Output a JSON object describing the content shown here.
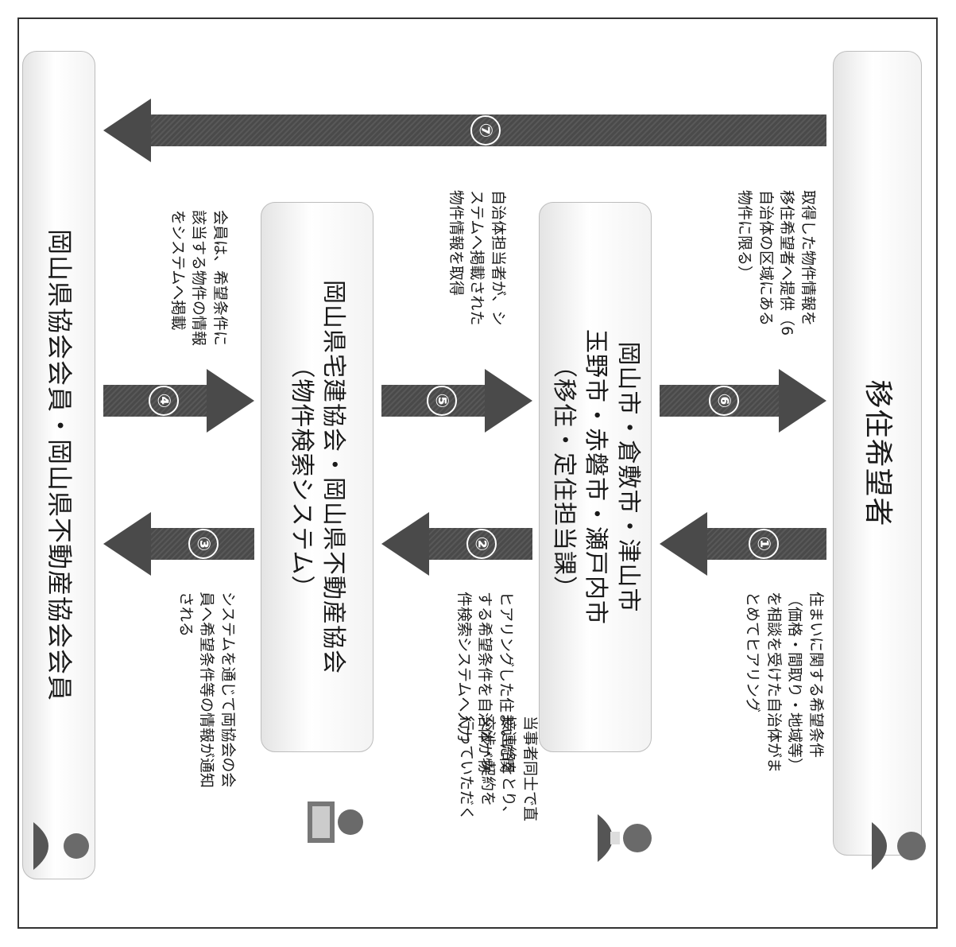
{
  "boxes": {
    "applicant": "移住希望者",
    "municipal": "岡山市・倉敷市・津山市\n玉野市・赤磐市・瀬戸内市\n（移住・定住担当課）",
    "system": "岡山県宅建協会・岡山県不動産協会\n（物件検索システム）",
    "members": "岡山県協会会員・岡山県不動産協会会員"
  },
  "steps": {
    "s1": {
      "num": "①",
      "text": "住まいに関する希望条件\n（価格・間取り・地域等）\nを相談を受けた自治体がま\nとめてヒアリング"
    },
    "s2": {
      "num": "②",
      "text": "ヒアリングした住まいに関\nする希望条件を自治体が物\n件検索システムへ入力"
    },
    "s3": {
      "num": "③",
      "text": "システムを通じて両協会の会\n員へ希望条件等の情報が通知\nされる"
    },
    "s4": {
      "num": "④",
      "text": "会員は、希望条件に\n該当する物件の情報\nをシステムへ掲載"
    },
    "s5": {
      "num": "⑤",
      "text": "自治体担当者が、シ\nステムへ掲載された\n物件情報を取得"
    },
    "s6": {
      "num": "⑥",
      "text": "取得した物件情報を\n移住希望者へ提供（6\n自治体の区域にある\n物件に限る）"
    },
    "s7": {
      "num": "⑦",
      "text": "当事者同士で直\n接連絡をとり、\n交渉・契約を\n行っていただく"
    }
  },
  "colors": {
    "arrow": "#4a4a4a",
    "box_border": "#bdbdbd"
  }
}
